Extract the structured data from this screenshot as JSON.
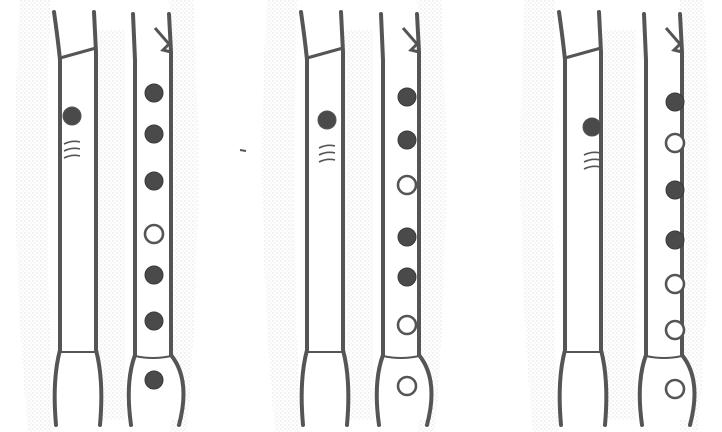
{
  "diagrams": [
    {
      "rear_holes": [
        "closed"
      ],
      "front_holes": [
        "closed",
        "closed",
        "closed",
        "open",
        "closed",
        "closed",
        "closed"
      ]
    },
    {
      "rear_holes": [
        "closed"
      ],
      "front_holes": [
        "closed",
        "closed",
        "open",
        "closed",
        "closed",
        "open",
        "open"
      ]
    },
    {
      "rear_holes": [
        "closed"
      ],
      "front_holes": [
        "closed",
        "open",
        "closed",
        "closed",
        "open",
        "open",
        "open"
      ]
    }
  ],
  "colors": {
    "ink": "#555555",
    "hole_fill": "#4a4a4a",
    "stipple": "#bdbdbd"
  }
}
